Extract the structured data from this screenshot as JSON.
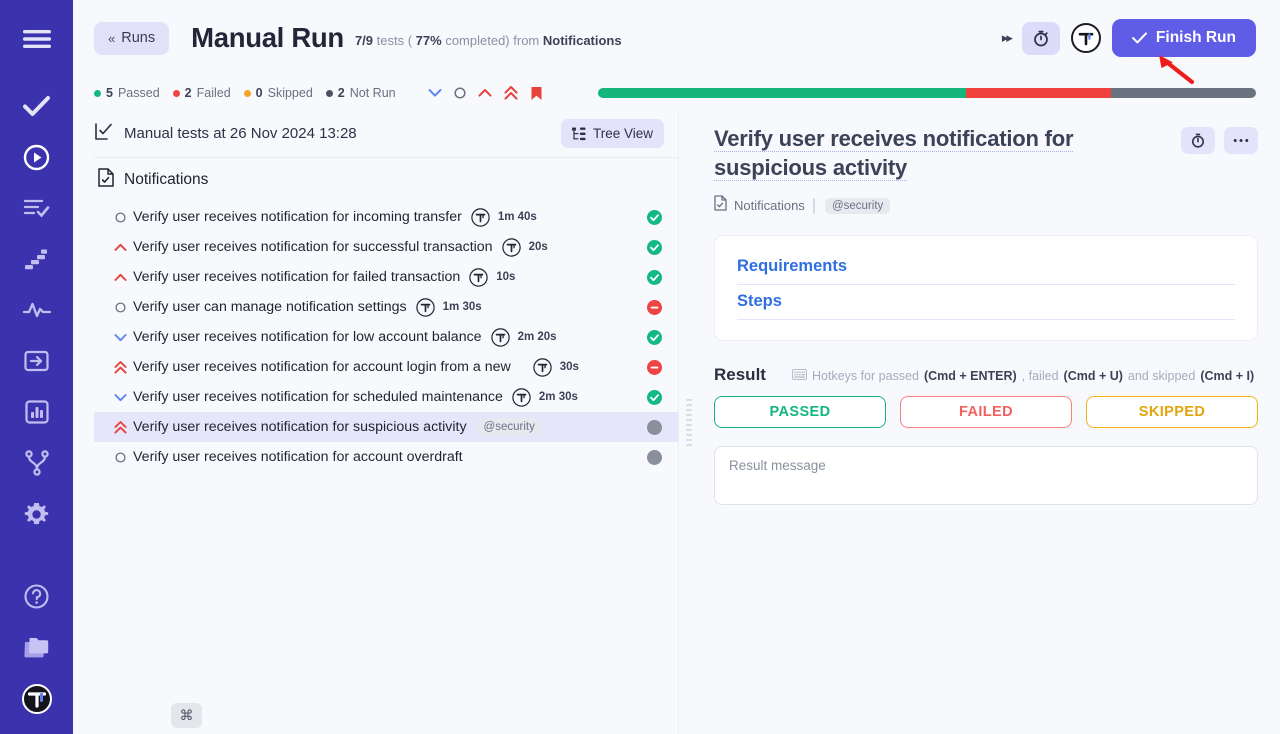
{
  "sidebar": {
    "items": [
      {
        "name": "menu-icon",
        "label": "Menu"
      },
      {
        "name": "check-icon",
        "label": "Tests"
      },
      {
        "name": "play-circle-icon",
        "label": "Runs"
      },
      {
        "name": "checklist-icon",
        "label": "Plans"
      },
      {
        "name": "stairs-icon",
        "label": "Steps"
      },
      {
        "name": "activity-icon",
        "label": "Activity"
      },
      {
        "name": "import-icon",
        "label": "Import"
      },
      {
        "name": "chart-icon",
        "label": "Analytics"
      },
      {
        "name": "branch-icon",
        "label": "Branches"
      },
      {
        "name": "gear-icon",
        "label": "Settings"
      },
      {
        "name": "help-icon",
        "label": "Help"
      },
      {
        "name": "folder-icon",
        "label": "Projects"
      },
      {
        "name": "workspace-avatar-icon",
        "label": "Workspace"
      }
    ]
  },
  "header": {
    "back_label": "Runs",
    "back_chevron": "«",
    "title": "Manual Run",
    "sub_count": "7/9",
    "sub_tests_word": "tests (",
    "sub_percent": "77%",
    "sub_completed_word": "completed) from",
    "sub_source": "Notifications",
    "fast_forward_icon": "▸▸",
    "timer_button_name": "timer-toggle-button",
    "avatar_label": "T",
    "finish_label": "Finish Run",
    "finish_color": "#5f5ce6"
  },
  "status": {
    "counts": [
      {
        "num": "5",
        "label": "Passed",
        "color": "#13b981"
      },
      {
        "num": "2",
        "label": "Failed",
        "color": "#ef4444"
      },
      {
        "num": "0",
        "label": "Skipped",
        "color": "#f5a524"
      },
      {
        "num": "2",
        "label": "Not Run",
        "color": "#6b7280"
      }
    ],
    "priority_filters": [
      {
        "name": "filter-priority-low",
        "icon": "chevron-down-icon",
        "color": "#5b86f0"
      },
      {
        "name": "filter-priority-medium",
        "icon": "circle-icon",
        "color": "#6b7280"
      },
      {
        "name": "filter-priority-high",
        "icon": "chevron-up-icon",
        "color": "#e8413c"
      },
      {
        "name": "filter-priority-critical",
        "icon": "double-chevron-up-icon",
        "color": "#e8413c"
      },
      {
        "name": "filter-priority-blocker",
        "icon": "bookmark-icon",
        "color": "#e8413c"
      }
    ],
    "progress": {
      "passed_pct": 56,
      "failed_pct": 22,
      "notrun_pct": 22,
      "passed_color": "#15b67d",
      "failed_color": "#f0413c",
      "notrun_color": "#6b7280"
    }
  },
  "list": {
    "header_title": "Manual tests at 26 Nov 2024 13:28",
    "tree_view_label": "Tree View",
    "suite_name": "Notifications",
    "tests": [
      {
        "priority": "medium",
        "title": "Verify user receives notification for incoming transfer",
        "has_badge": true,
        "duration": "1m 40s",
        "tag": "",
        "result": "passed"
      },
      {
        "priority": "high",
        "title": "Verify user receives notification for successful transaction",
        "has_badge": true,
        "duration": "20s",
        "tag": "",
        "result": "passed"
      },
      {
        "priority": "high",
        "title": "Verify user receives notification for failed transaction",
        "has_badge": true,
        "duration": "10s",
        "tag": "",
        "result": "passed"
      },
      {
        "priority": "medium",
        "title": "Verify user can manage notification settings",
        "has_badge": true,
        "duration": "1m 30s",
        "tag": "",
        "result": "failed"
      },
      {
        "priority": "low",
        "title": "Verify user receives notification for low account balance",
        "has_badge": true,
        "duration": "2m 20s",
        "tag": "",
        "result": "passed"
      },
      {
        "priority": "critical",
        "title": "Verify user receives notification for account login from a new",
        "has_badge": true,
        "duration": "30s",
        "tag": "",
        "result": "failed"
      },
      {
        "priority": "low",
        "title": "Verify user receives notification for scheduled maintenance",
        "has_badge": true,
        "duration": "2m 30s",
        "tag": "",
        "result": "passed"
      },
      {
        "priority": "critical",
        "title": "Verify user receives notification for suspicious activity",
        "has_badge": false,
        "duration": "",
        "tag": "@security",
        "result": "notrun",
        "selected": true
      },
      {
        "priority": "medium",
        "title": "Verify user receives notification for account overdraft",
        "has_badge": false,
        "duration": "",
        "tag": "",
        "result": "notrun"
      }
    ]
  },
  "detail": {
    "title": "Verify user receives notification for suspicious activity",
    "suite": "Notifications",
    "separator": "|",
    "tag": "@security",
    "sections": [
      {
        "label": "Requirements"
      },
      {
        "label": "Steps"
      }
    ],
    "result_label": "Result",
    "hotkeys": {
      "prefix": "Hotkeys for passed",
      "passed_key": "(Cmd + ENTER)",
      "mid": ", failed",
      "failed_key": "(Cmd + U)",
      "mid2": "and skipped",
      "skipped_key": "(Cmd + I)"
    },
    "verdicts": [
      {
        "label": "PASSED",
        "color": "#15b67d"
      },
      {
        "label": "FAILED",
        "color": "#f1615f"
      },
      {
        "label": "SKIPPED",
        "color": "#e2a50c"
      }
    ],
    "message_placeholder": "Result message"
  },
  "footer": {
    "cmd_key": "⌘"
  }
}
